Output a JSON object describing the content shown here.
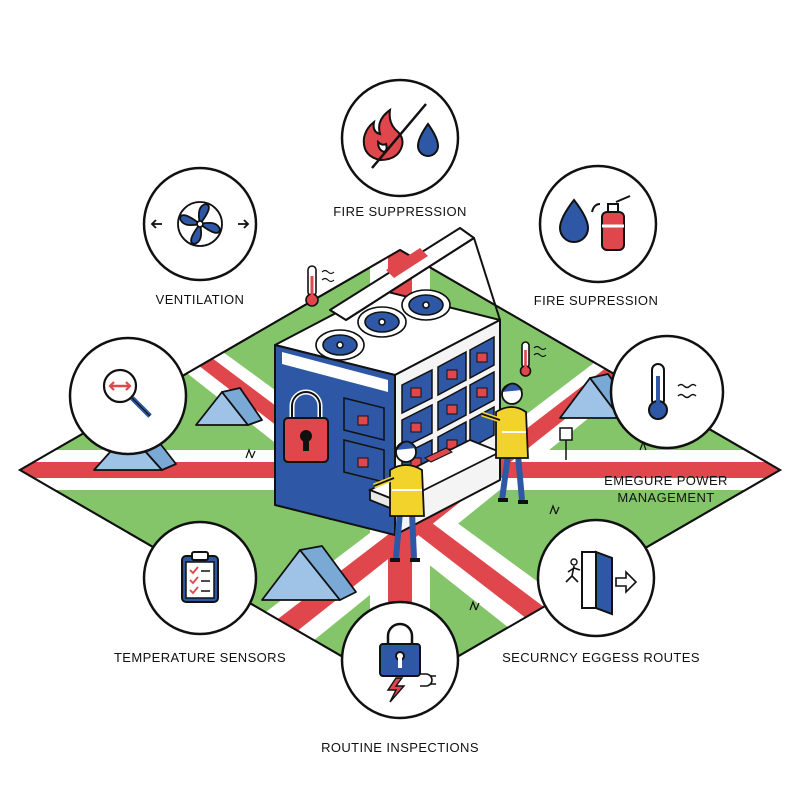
{
  "colors": {
    "ink": "#111111",
    "blue": "#2e57a6",
    "red": "#e0474c",
    "green": "#84c56a",
    "tent": "#9ec3e6",
    "vest": "#f2d32c"
  },
  "hub": {
    "name": "modular-server-unit",
    "icons": [
      "padlock-icon",
      "fan-icon",
      "thermometer-icon",
      "technician-figure",
      "tent-icon"
    ]
  },
  "nodes": [
    {
      "id": "fire-suppression-top",
      "icon": "no-fire-water-drop-icon",
      "label": "FIRE SUPPRESSION"
    },
    {
      "id": "ventilation",
      "icon": "fan-arrows-icon",
      "label": "VENTILATION"
    },
    {
      "id": "fire-supression-right",
      "icon": "water-drop-extinguisher-icon",
      "label": "FIRE SUPRESSION"
    },
    {
      "id": "magnifier",
      "icon": "magnifier-arrows-icon",
      "label": ""
    },
    {
      "id": "power-management",
      "icon": "thermometer-heat-icon",
      "label": "EMEGURE POWER MANAGEMENT"
    },
    {
      "id": "temperature-sensors",
      "icon": "clipboard-checklist-icon",
      "label": "TEMPERATURE SENSORS"
    },
    {
      "id": "egress-routes",
      "icon": "exit-door-icon",
      "label": "SECURNCY EGGESS ROUTES"
    },
    {
      "id": "routine-inspections",
      "icon": "padlock-lightning-plug-icon",
      "label": "ROUTINE INSPECTIONS"
    }
  ]
}
